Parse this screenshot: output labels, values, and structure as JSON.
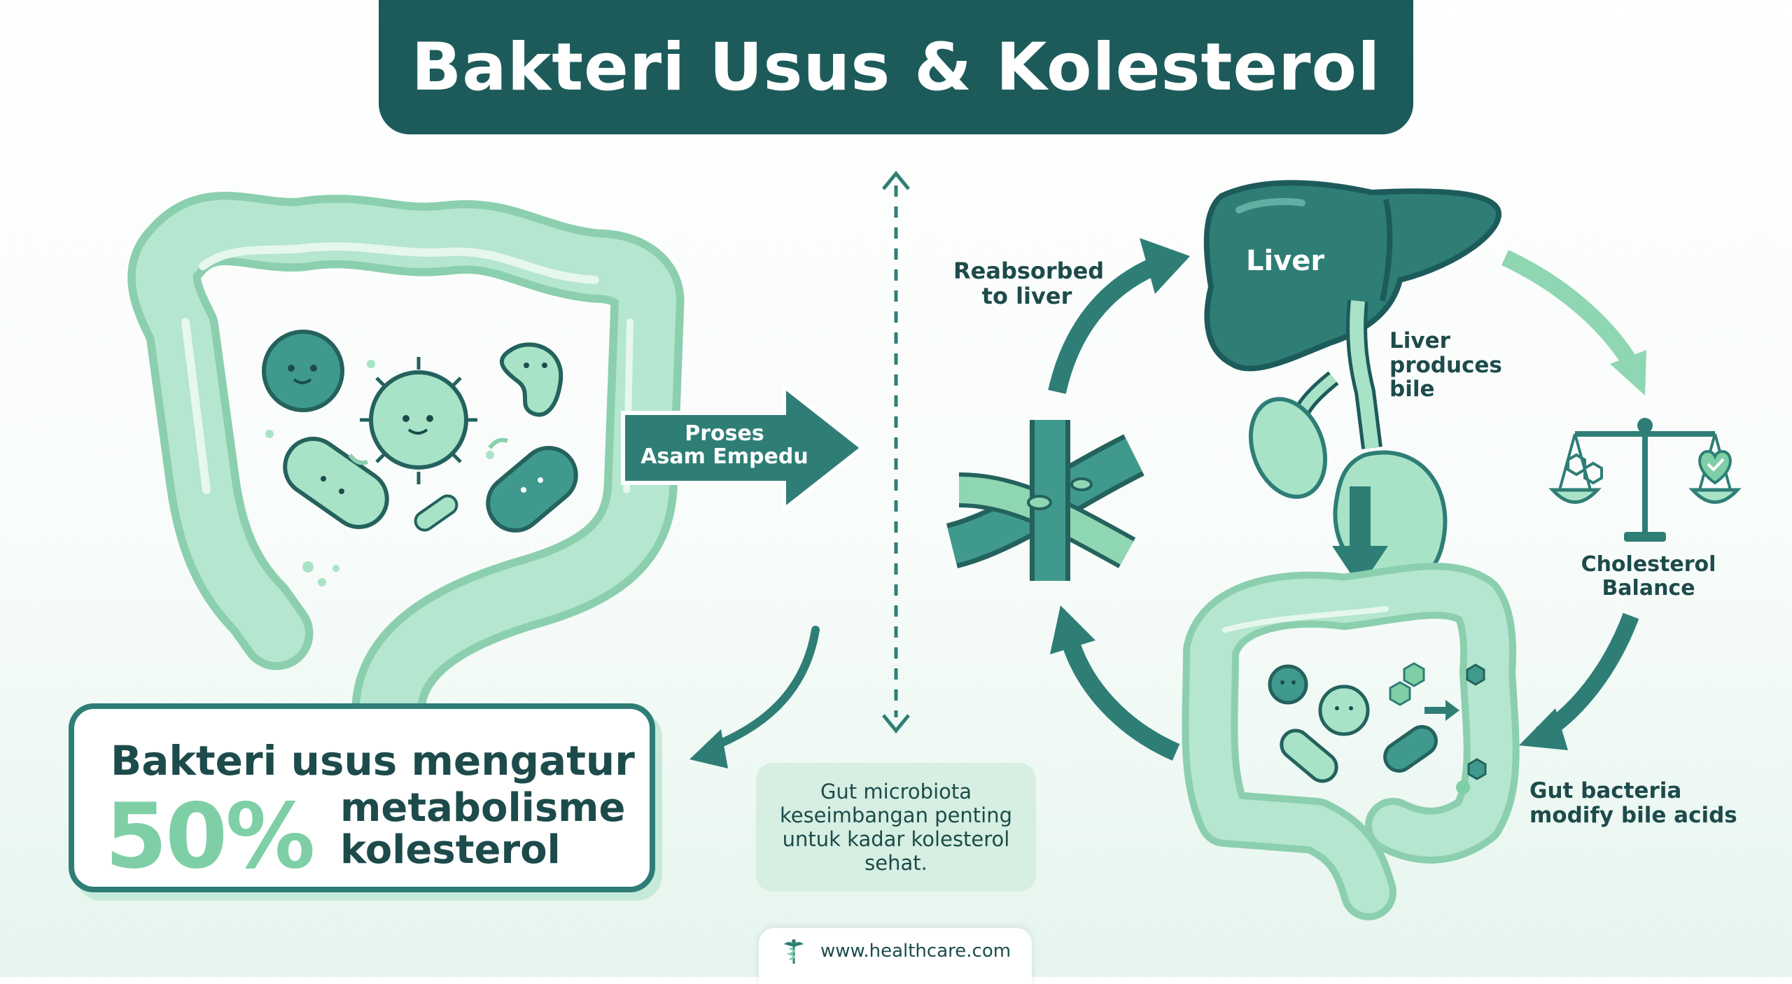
{
  "title": "Bakteri Usus & Kolesterol",
  "process_arrow": {
    "line1": "Proses",
    "line2": "Asam Empedu"
  },
  "cycle": {
    "liver": "Liver",
    "liver_produces": "Liver produces bile",
    "reabsorbed": "Reabsorbed to liver",
    "balance": "Cholesterol Balance",
    "bacteria": "Gut bacteria modify bile acids"
  },
  "summary": {
    "line1": "Bakteri usus mengatur",
    "percent": "50%",
    "line2": "metabolisme",
    "line3": "kolesterol"
  },
  "note": "Gut microbiota keseimbangan penting untuk kadar kolesterol sehat.",
  "footer": {
    "url": "www.healthcare.com",
    "icon": "caduceus-icon"
  },
  "colors": {
    "dark_teal": "#1d5b5b",
    "teal": "#2e7e76",
    "mint": "#a8e3c8",
    "light_mint": "#d6efe2",
    "bright_green": "#7fcfa6"
  }
}
